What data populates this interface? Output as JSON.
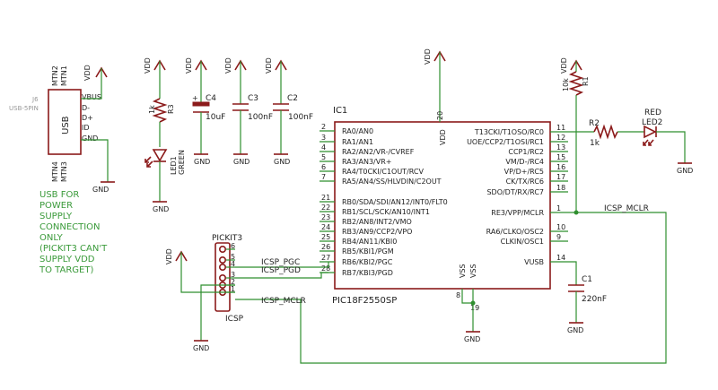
{
  "power": {
    "vdd": "VDD",
    "gnd": "GND"
  },
  "usb": {
    "ref": "J6",
    "package": "USB-5PIN",
    "body_label": "USB",
    "pins": [
      "VBUS",
      "D-",
      "D+",
      "ID",
      "GND"
    ],
    "mounting": [
      "MTN2",
      "MTN1",
      "MTN4",
      "MTN3"
    ]
  },
  "note": {
    "lines": [
      "USB FOR",
      "POWER",
      "SUPPLY",
      "CONNECTION",
      "ONLY",
      "(PICKIT3 CAN'T",
      "SUPPLY VDD",
      "TO TARGET)"
    ]
  },
  "resistors": {
    "r3": {
      "ref": "R3",
      "value": "1k"
    },
    "r1": {
      "ref": "R1",
      "value": "10k"
    },
    "r2": {
      "ref": "R2",
      "value": "1k"
    }
  },
  "leds": {
    "led1": {
      "ref": "LED1",
      "color": "GREEN"
    },
    "led2": {
      "ref": "LED2",
      "color": "RED"
    }
  },
  "capacitors": {
    "c4": {
      "ref": "C4",
      "value": "10uF",
      "polarity": "+"
    },
    "c3": {
      "ref": "C3",
      "value": "100nF"
    },
    "c2": {
      "ref": "C2",
      "value": "100nF"
    },
    "c1": {
      "ref": "C1",
      "value": "220nF"
    }
  },
  "ic": {
    "ref": "IC1",
    "part": "PIC18F2550SP",
    "left_pins": [
      {
        "num": "2",
        "name": "RA0/AN0"
      },
      {
        "num": "3",
        "name": "RA1/AN1"
      },
      {
        "num": "4",
        "name": "RA2/AN2/VR-/CVREF"
      },
      {
        "num": "5",
        "name": "RA3/AN3/VR+"
      },
      {
        "num": "6",
        "name": "RA4/T0CKI/C1OUT/RCV"
      },
      {
        "num": "7",
        "name": "RA5/AN4/SS/HLVDIN/C2OUT"
      },
      {
        "num": "21",
        "name": "RB0/SDA/SDI/AN12/INT0/FLT0"
      },
      {
        "num": "22",
        "name": "RB1/SCL/SCK/AN10/INT1"
      },
      {
        "num": "23",
        "name": "RB2/AN8/INT2/VMO"
      },
      {
        "num": "24",
        "name": "RB3/AN9/CCP2/VPO"
      },
      {
        "num": "25",
        "name": "RB4/AN11/KBI0"
      },
      {
        "num": "26",
        "name": "RB5/KBI1/PGM"
      },
      {
        "num": "27",
        "name": "RB6/KBI2/PGC"
      },
      {
        "num": "28",
        "name": "RB7/KBI3/PGD"
      }
    ],
    "right_pins": [
      {
        "num": "11",
        "name": "T13CKI/T1OSO/RC0"
      },
      {
        "num": "12",
        "name": "UOE/CCP2/T1OSI/RC1"
      },
      {
        "num": "13",
        "name": "CCP1/RC2"
      },
      {
        "num": "15",
        "name": "VM/D-/RC4"
      },
      {
        "num": "16",
        "name": "VP/D+/RC5"
      },
      {
        "num": "17",
        "name": "CK/TX/RC6"
      },
      {
        "num": "18",
        "name": "SDO/DT/RX/RC7"
      },
      {
        "num": "1",
        "name": "RE3/VPP/MCLR"
      },
      {
        "num": "10",
        "name": "RA6/CLKO/OSC2"
      },
      {
        "num": "9",
        "name": "CLKIN/OSC1"
      },
      {
        "num": "14",
        "name": "VUSB"
      }
    ],
    "vdd_pin": {
      "num": "20",
      "name": "VDD"
    },
    "vss_pins": [
      {
        "num": "8",
        "name": "VSS"
      },
      {
        "num": "19",
        "name": "VSS"
      }
    ]
  },
  "header": {
    "ref": "PICKIT3",
    "label": "ICSP",
    "pins": [
      "6",
      "5",
      "4",
      "3",
      "2",
      "1"
    ]
  },
  "nets": {
    "pgc": "ICSP_PGC",
    "pgd": "ICSP_PGD",
    "mclr": "ICSP_MCLR"
  },
  "colors": {
    "wire": "#2f8f2f",
    "symbol": "#8b1a1a",
    "note": "#3a9a3a"
  }
}
